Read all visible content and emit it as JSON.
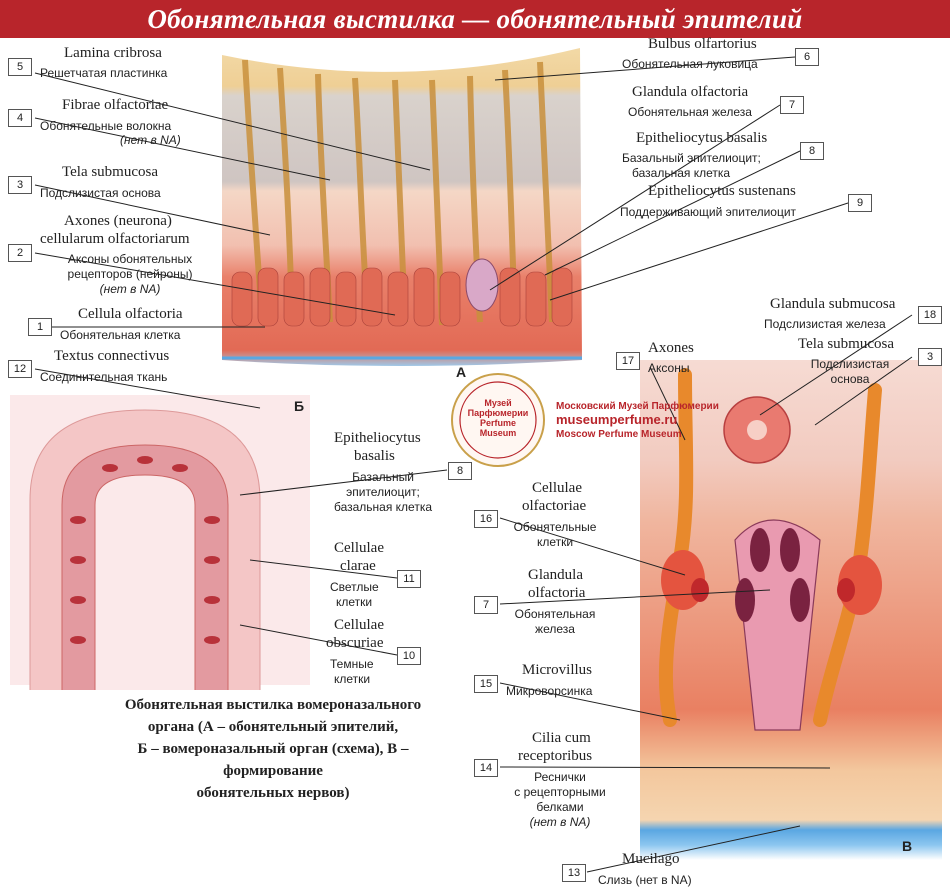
{
  "title": "Обонятельная выстилка — обонятельный эпителий",
  "caption": [
    "Обонятельная выстилка вомероназального",
    "органа (А – обонятельный эпителий,",
    "Б – вомероназальный орган (схема), В – формирование",
    "обонятельных нервов)"
  ],
  "panel_letters": {
    "a": "А",
    "b": "Б",
    "v": "В"
  },
  "museum": {
    "badge_lines": [
      "Музей",
      "Парфюмерии",
      "Perfume",
      "Museum"
    ],
    "ru": "Московский Музей Парфюмерии",
    "site": "museumperfume.ru",
    "en": "Moscow Perfume Museum"
  },
  "labels": {
    "n5": {
      "num": "5",
      "lat": "Lamina cribrosa",
      "ru": "Решетчатая пластинка"
    },
    "n4": {
      "num": "4",
      "lat": "Fibrae olfactoriae",
      "ru": "Обонятельные волокна",
      "note": "(нет в NA)"
    },
    "n3a": {
      "num": "3",
      "lat": "Tela submucosa",
      "ru": "Подслизистая основа"
    },
    "n2": {
      "num": "2",
      "lat1": "Axones (neurona)",
      "lat2": "cellularum olfactoriarum",
      "ru1": "Аксоны обонятельных",
      "ru2": "рецепторов (нейроны)",
      "note": "(нет в NA)"
    },
    "n1": {
      "num": "1",
      "lat": "Cellula olfactoria",
      "ru": "Обонятельная клетка"
    },
    "n12": {
      "num": "12",
      "lat": "Textus connectivus",
      "ru": "Соединительная ткань"
    },
    "n6": {
      "num": "6",
      "lat": "Bulbus olfartorius",
      "ru": "Обонятельная луковица"
    },
    "n7a": {
      "num": "7",
      "lat": "Glandula olfactoria",
      "ru": "Обонятельная железа"
    },
    "n8a": {
      "num": "8",
      "lat": "Epitheliocytus basalis",
      "ru1": "Базальный эпителиоцит;",
      "ru2": "базальная клетка"
    },
    "n9": {
      "num": "9",
      "lat": "Epitheliocytus sustenans",
      "ru": "Поддерживающий эпителиоцит"
    },
    "n18": {
      "num": "18",
      "lat": "Glandula submucosa",
      "ru": "Подслизистая железа"
    },
    "n3b": {
      "num": "3",
      "lat": "Tela submucosa",
      "ru1": "Подслизистая",
      "ru2": "основа"
    },
    "n17": {
      "num": "17",
      "lat": "Axones",
      "ru": "Аксоны"
    },
    "n8b": {
      "num": "8",
      "lat1": "Epitheliocytus",
      "lat2": "basalis",
      "ru1": "Базальный",
      "ru2": "эпителиоцит;",
      "ru3": "базальная клетка"
    },
    "n11": {
      "num": "11",
      "lat1": "Cellulae",
      "lat2": "clarae",
      "ru1": "Светлые",
      "ru2": "клетки"
    },
    "n10": {
      "num": "10",
      "lat1": "Cellulae",
      "lat2": "obscuriae",
      "ru1": "Темные",
      "ru2": "клетки"
    },
    "n16": {
      "num": "16",
      "lat1": "Cellulae",
      "lat2": "olfactoriae",
      "ru1": "Обонятельные",
      "ru2": "клетки"
    },
    "n7b": {
      "num": "7",
      "lat1": "Glandula",
      "lat2": "olfactoria",
      "ru1": "Обонятельная",
      "ru2": "железа"
    },
    "n15": {
      "num": "15",
      "lat": "Microvillus",
      "ru": "Микроворсинка"
    },
    "n14": {
      "num": "14",
      "lat1": "Cilia cum",
      "lat2": "receptoribus",
      "ru1": "Реснички",
      "ru2": "с рецепторными",
      "ru3": "белками",
      "note": "(нет в NA)"
    },
    "n13": {
      "num": "13",
      "lat": "Mucilago",
      "ru": "Слизь (нет в NA)"
    }
  },
  "colors": {
    "title_bg": "#b8252b",
    "tissue": "#f3c7a6",
    "cell": "#e2754e",
    "dark_cell": "#b8323a",
    "mucus": "#6fb0e0"
  }
}
